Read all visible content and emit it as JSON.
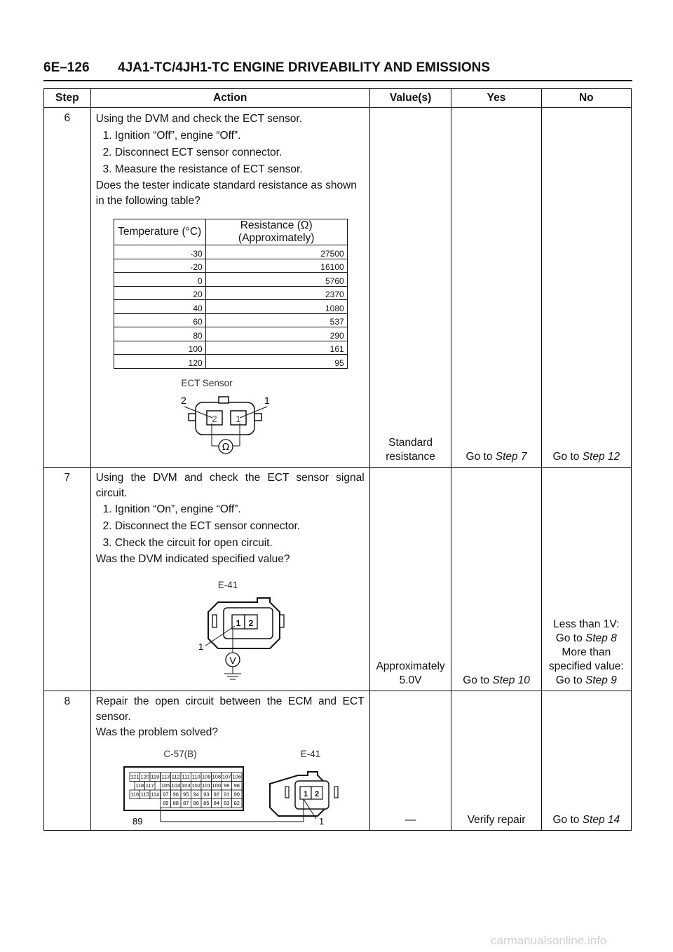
{
  "header": {
    "page": "6E–126",
    "title": "4JA1-TC/4JH1-TC ENGINE DRIVEABILITY AND EMISSIONS"
  },
  "columns": [
    "Step",
    "Action",
    "Value(s)",
    "Yes",
    "No"
  ],
  "step6": {
    "num": "6",
    "line1": "Using the DVM and check the ECT sensor.",
    "line2": "1. Ignition “Off”,  engine “Off”.",
    "line3": "2. Disconnect ECT sensor connector.",
    "line4": "3. Measure the resistance of ECT sensor.",
    "line5": "Does the tester indicate standard resistance as shown in the following table?",
    "table_head": [
      "Temperature (°C)",
      "Resistance (Ω) (Approximately)"
    ],
    "table_rows": [
      [
        "-30",
        "27500"
      ],
      [
        "-20",
        "16100"
      ],
      [
        "0",
        "5760"
      ],
      [
        "20",
        "2370"
      ],
      [
        "40",
        "1080"
      ],
      [
        "60",
        "537"
      ],
      [
        "80",
        "290"
      ],
      [
        "100",
        "161"
      ],
      [
        "120",
        "95"
      ]
    ],
    "diagram": {
      "label": "ECT Sensor",
      "pin_left": "2",
      "pin_right": "1",
      "inner_left": "2",
      "inner_right": "1",
      "meter": "Ω"
    },
    "value": "Standard resistance",
    "yes_prefix": "Go to ",
    "yes_step": "Step 7",
    "no_prefix": "Go to ",
    "no_step": "Step 12"
  },
  "step7": {
    "num": "7",
    "line1": "Using the DVM and check the ECT sensor signal circuit.",
    "line2": "1. Ignition “On”, engine “Off”.",
    "line3": "2. Disconnect the ECT sensor connector.",
    "line4": "3. Check the circuit for open circuit.",
    "line5": "Was the DVM indicated specified value?",
    "diagram": {
      "label": "E-41",
      "pin": "1",
      "c1": "1",
      "c2": "2",
      "meter": "V"
    },
    "value": "Approximately 5.0V",
    "yes_prefix": "Go to ",
    "yes_step": "Step 10",
    "no_a": "Less than 1V:",
    "no_a_prefix": "Go to ",
    "no_a_step": "Step 8",
    "no_b1": "More than",
    "no_b2": "specified value:",
    "no_b_prefix": "Go to ",
    "no_b_step": "Step 9"
  },
  "step8": {
    "num": "8",
    "line1": "Repair the open circuit between the ECM and ECT sensor.",
    "line2": "Was the problem solved?",
    "diagram": {
      "label_left": "C-57(B)",
      "label_right": "E-41",
      "pin_left": "89",
      "pin_right": "1",
      "c1": "1",
      "c2": "2",
      "grid_row1": [
        "113",
        "112",
        "111",
        "110",
        "109",
        "108",
        "107",
        "106"
      ],
      "grid_row2": [
        "105",
        "104",
        "103",
        "102",
        "101",
        "100",
        "99",
        "98"
      ],
      "grid_row3": [
        "97",
        "96",
        "95",
        "94",
        "93",
        "92",
        "91",
        "90"
      ],
      "grid_row4": [
        "89",
        "88",
        "87",
        "86",
        "85",
        "84",
        "83",
        "82"
      ],
      "side_a": [
        "121",
        "120",
        "119"
      ],
      "side_b": [
        "118",
        "117"
      ],
      "side_c": [
        "116",
        "115",
        "114"
      ]
    },
    "value": "—",
    "yes": "Verify repair",
    "no_prefix": "Go to ",
    "no_step": "Step 14"
  },
  "footer": "carmanualsonline.info"
}
